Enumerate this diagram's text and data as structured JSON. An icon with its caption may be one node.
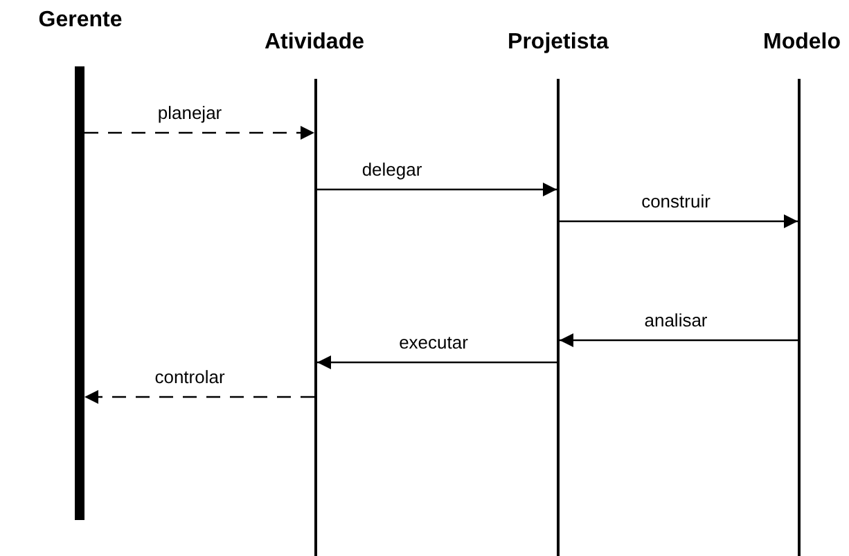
{
  "diagram": {
    "nodes": [
      {
        "text": [
          "Gerente"
        ]
      },
      {
        "text": [
          "Atividade"
        ]
      },
      {
        "text": [
          "Projetista"
        ]
      },
      {
        "text": [
          "Modelo"
        ]
      },
      {
        "text": [],
        "shape": "bar"
      },
      {
        "text": [],
        "shape": "bar"
      },
      {
        "text": [],
        "shape": "bar"
      },
      {
        "text": [],
        "shape": "bar"
      }
    ],
    "edges": [
      {
        "from": 4,
        "to": 5,
        "arrow": "to",
        "label": "planejar",
        "style": "dashed"
      },
      {
        "from": 5,
        "to": 6,
        "arrow": "to",
        "label": "delegar"
      },
      {
        "from": 6,
        "to": 7,
        "arrow": "to",
        "label": "construir"
      },
      {
        "from": 7,
        "to": 6,
        "arrow": "to",
        "label": "analisar"
      },
      {
        "from": 6,
        "to": 5,
        "arrow": "to",
        "label": "executar"
      },
      {
        "from": 5,
        "to": 4,
        "arrow": "to",
        "label": "controlar",
        "style": "dashed"
      }
    ]
  }
}
